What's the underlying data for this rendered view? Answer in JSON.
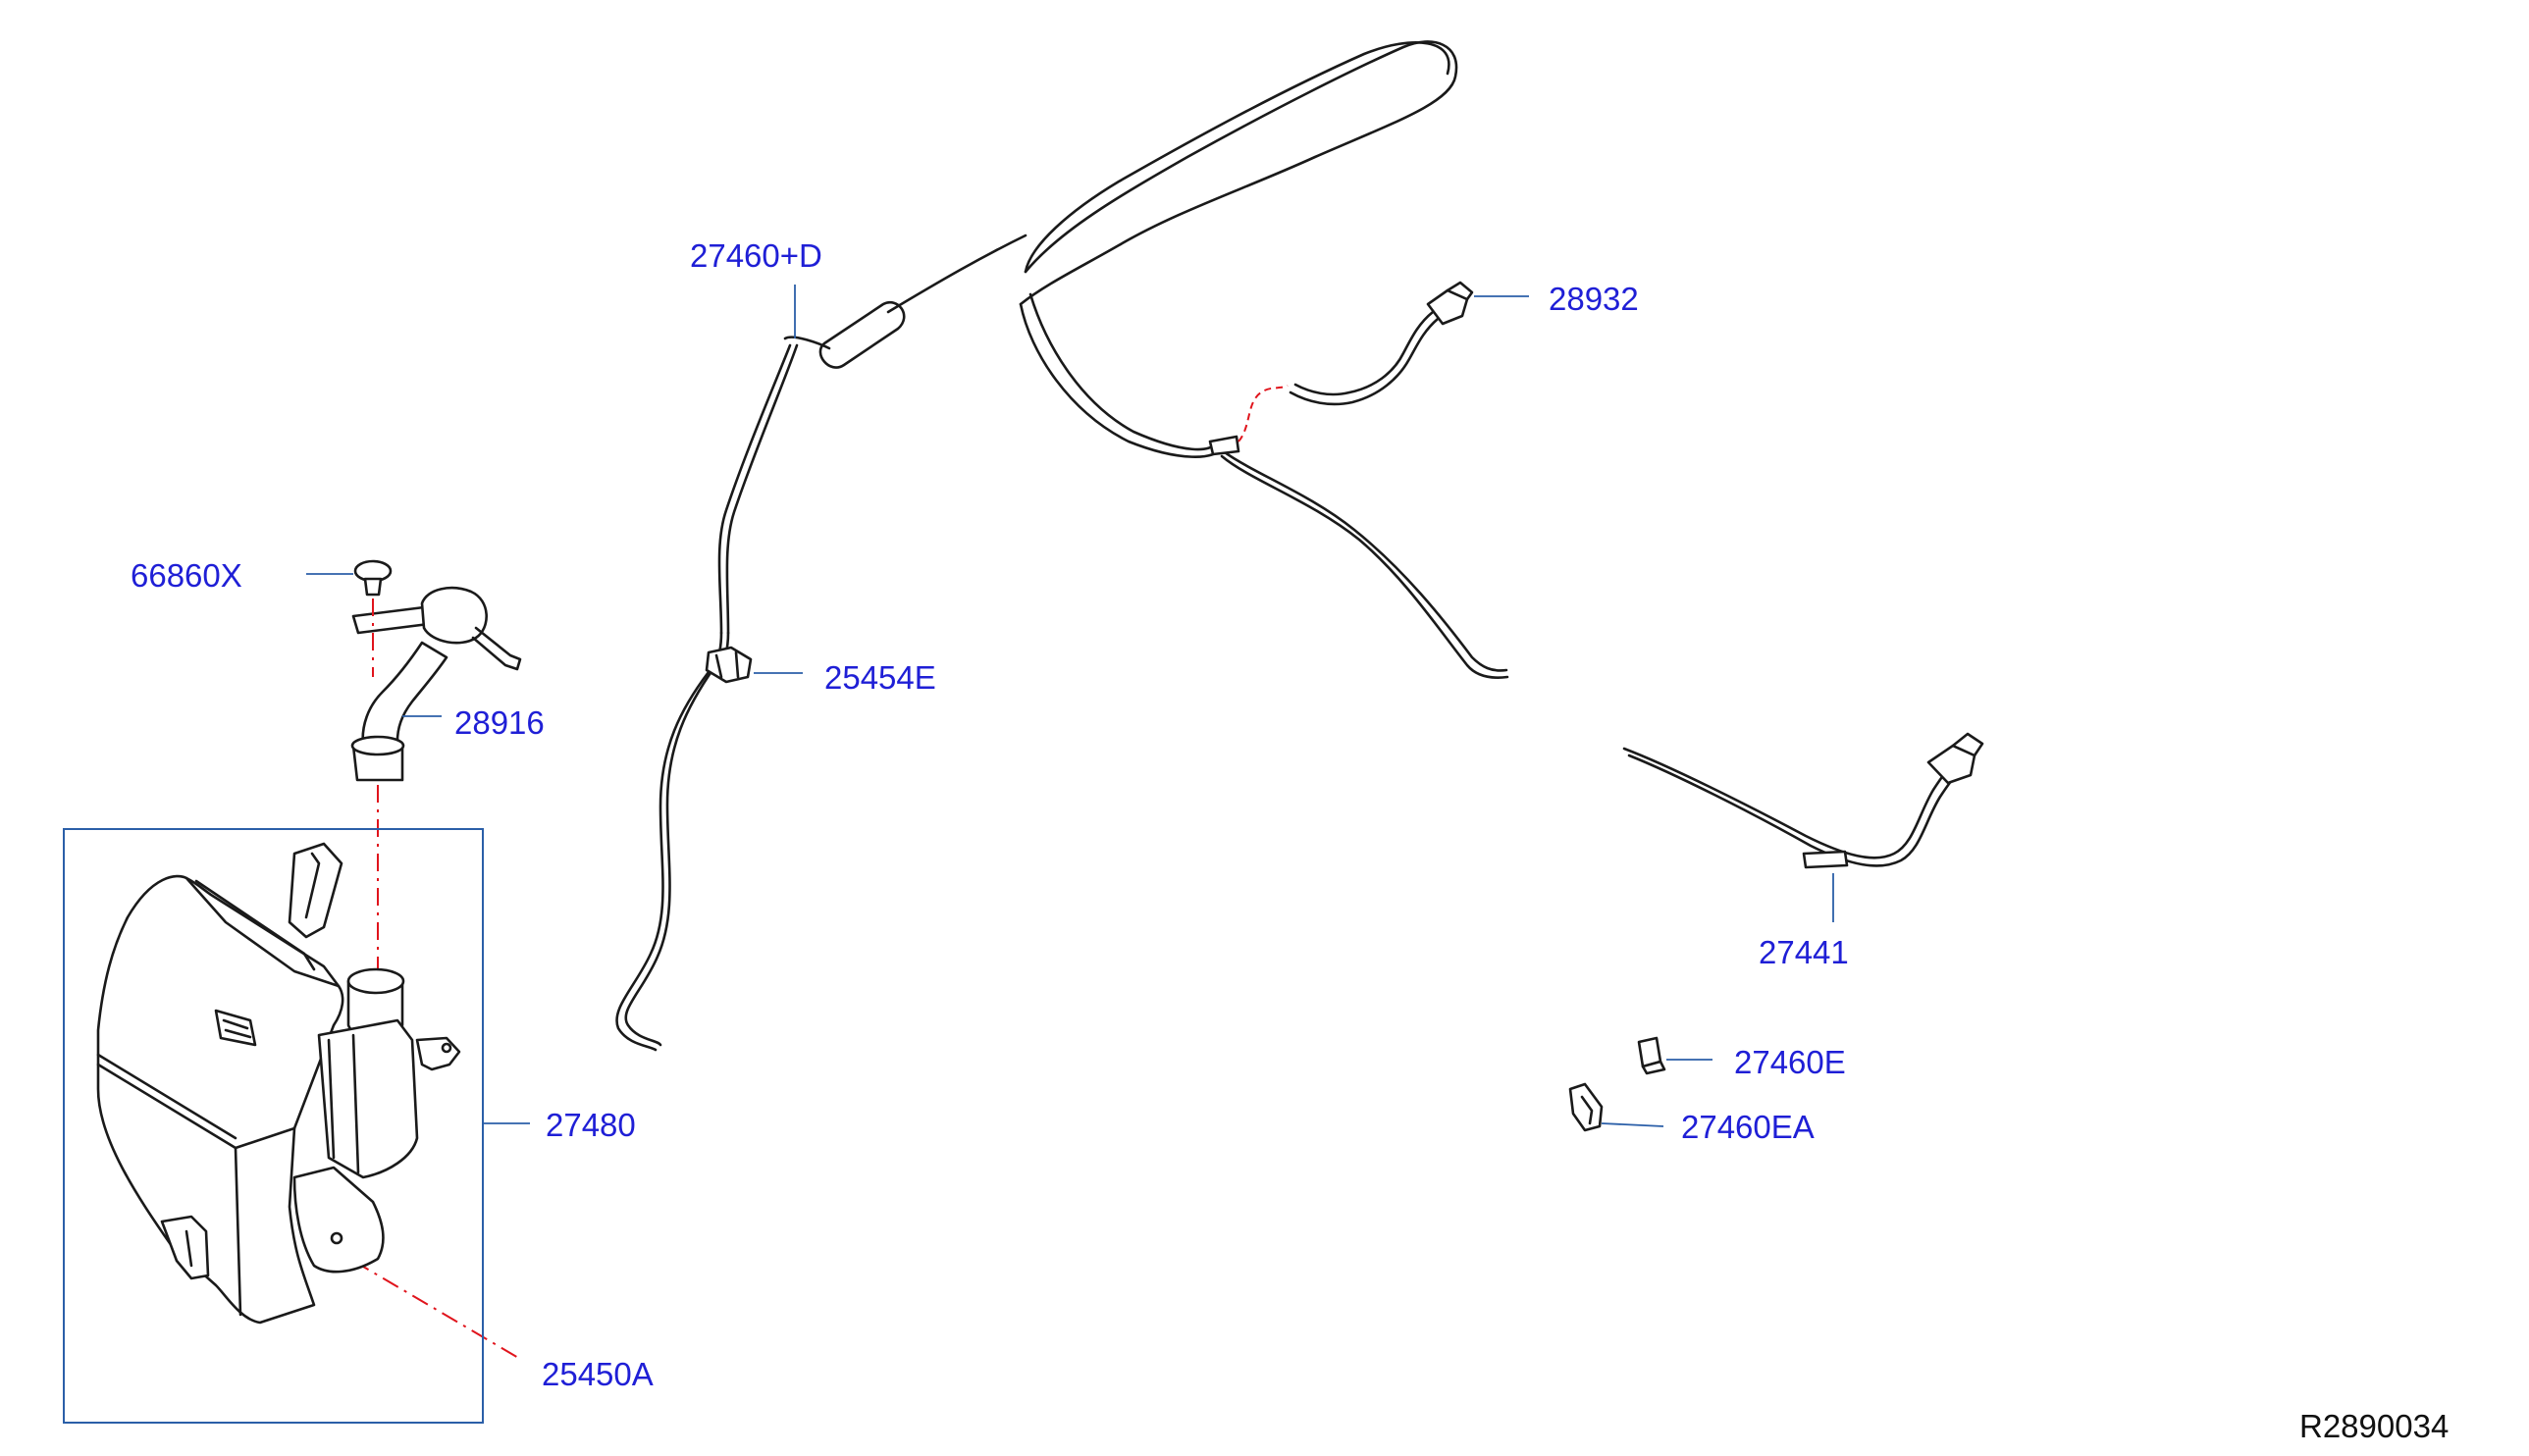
{
  "callouts": {
    "hose_assembly": "27460+D",
    "nozzle_right": "28932",
    "clip": "66860X",
    "check_valve": "25454E",
    "filler_neck": "28916",
    "hose_rear": "27441",
    "tank_assembly": "27480",
    "connector_e": "27460E",
    "connector_ea": "27460EA",
    "grommet": "25450A"
  },
  "diagram_code": "R2890034",
  "colors": {
    "callout_text": "#1f1fd6",
    "leader_line": "#2b5fa8",
    "centerline": "#e0141c",
    "part_outline": "#1a1a1a"
  }
}
